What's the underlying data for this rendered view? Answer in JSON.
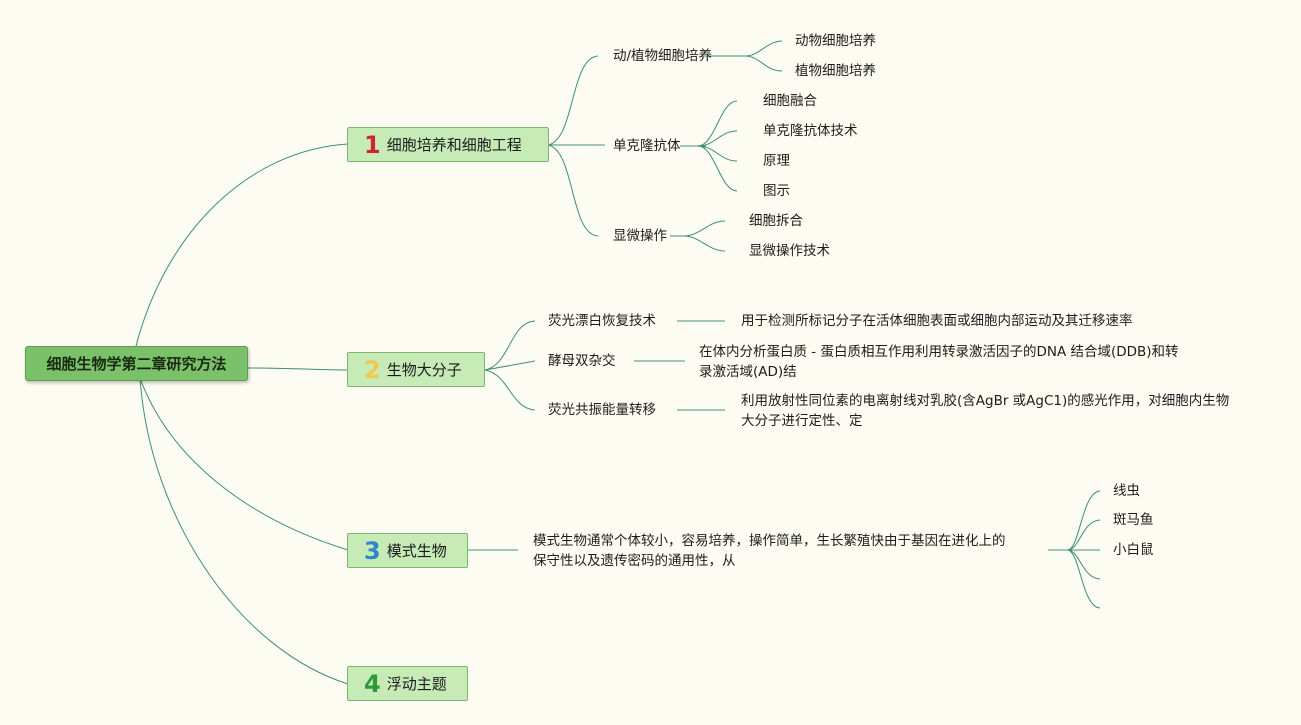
{
  "root": {
    "label": "细胞生物学第二章研究方法"
  },
  "branches": [
    {
      "number": "1",
      "number_color": "#d0262c",
      "label": "细胞培养和细胞工程",
      "children": [
        {
          "label": "动/植物细胞培养",
          "children": [
            "动物细胞培养",
            "植物细胞培养"
          ]
        },
        {
          "label": "单克隆抗体",
          "children": [
            "细胞融合",
            "单克隆抗体技术",
            "原理",
            "图示"
          ]
        },
        {
          "label": "显微操作",
          "children": [
            "细胞拆合",
            "显微操作技术"
          ]
        }
      ]
    },
    {
      "number": "2",
      "number_color": "#f2c94c",
      "label": "生物大分子",
      "children": [
        {
          "label": "荧光漂白恢复技术",
          "detail": "用于检测所标记分子在活体细胞表面或细胞内部运动及其迁移速率"
        },
        {
          "label": "酵母双杂交",
          "detail_line1": "在体内分析蛋白质 - 蛋白质相互作用利用转录激活因子的DNA 结合域(DDB)和转",
          "detail_line2": "录激活域(AD)结"
        },
        {
          "label": "荧光共振能量转移",
          "detail_line1": "利用放射性同位素的电离射线对乳胶(含AgBr 或AgC1)的感光作用，对细胞内生物",
          "detail_line2": "大分子进行定性、定"
        }
      ]
    },
    {
      "number": "3",
      "number_color": "#2f86c9",
      "label": "模式生物",
      "description_line1": "模式生物通常个体较小，容易培养，操作简单，生长繁殖快由于基因在进化上的",
      "description_line2": "保守性以及遗传密码的通用性，从",
      "organisms": [
        "线虫",
        "斑马鱼",
        "小白鼠"
      ]
    },
    {
      "number": "4",
      "number_color": "#2e9a3a",
      "label": "浮动主题"
    }
  ],
  "colors": {
    "line": "#3e8f6e",
    "root_bg": "#7bc16a",
    "branch_bg": "#c6ebb7",
    "background": "#fdfcf2"
  }
}
